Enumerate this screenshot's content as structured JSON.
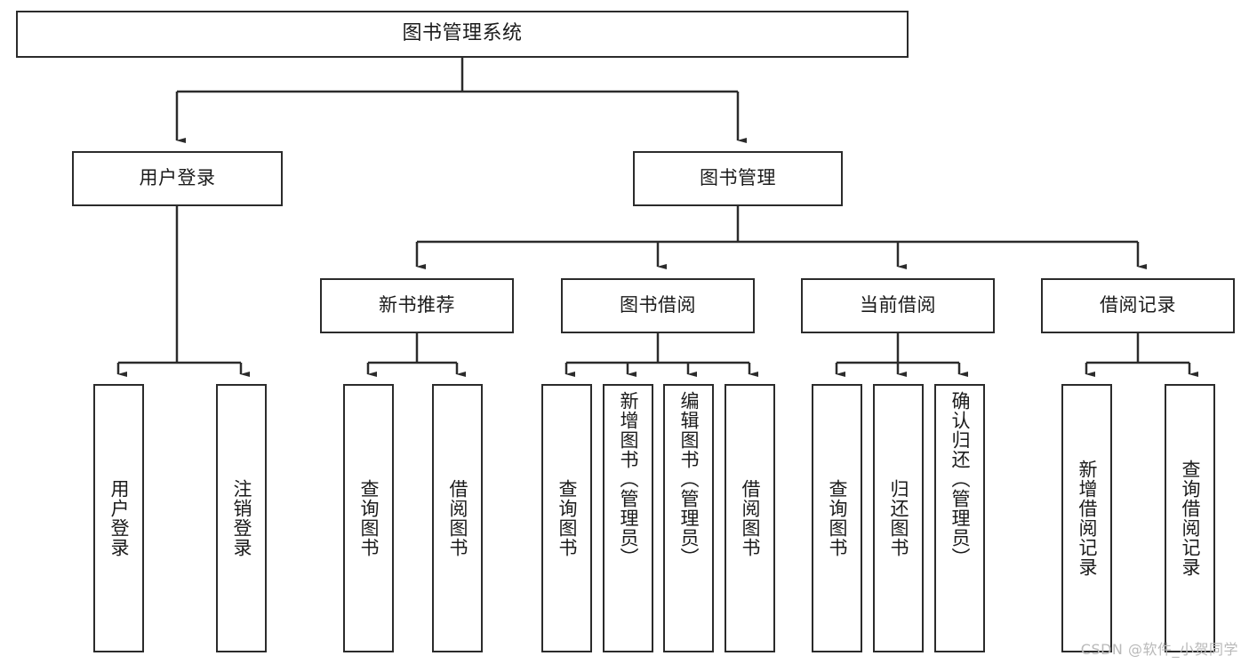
{
  "diagram": {
    "title": "图书管理系统",
    "type": "hierarchy-tree",
    "levels": 4,
    "colors": {
      "stroke": "#2b2b2b",
      "fill": "#ffffff",
      "text": "#1b1b1b",
      "watermark": "#b9b9b9"
    },
    "root": {
      "label": "图书管理系统"
    },
    "level2": [
      {
        "label": "用户登录"
      },
      {
        "label": "图书管理"
      }
    ],
    "level3": [
      {
        "label": "新书推荐"
      },
      {
        "label": "图书借阅"
      },
      {
        "label": "当前借阅"
      },
      {
        "label": "借阅记录"
      }
    ],
    "leaves": {
      "user_login": [
        {
          "label": "用户登录"
        },
        {
          "label": "注销登录"
        }
      ],
      "new_book_recommend": [
        {
          "label": "查询图书"
        },
        {
          "label": "借阅图书"
        }
      ],
      "book_borrow": [
        {
          "label": "查询图书"
        },
        {
          "label": "新增图书（管理员）"
        },
        {
          "label": "编辑图书（管理员）"
        },
        {
          "label": "借阅图书"
        }
      ],
      "current_borrow": [
        {
          "label": "查询图书"
        },
        {
          "label": "归还图书"
        },
        {
          "label": "确认归还（管理员）"
        }
      ],
      "borrow_record": [
        {
          "label": "新增借阅记录"
        },
        {
          "label": "查询借阅记录"
        }
      ]
    }
  },
  "watermark": {
    "text": "CSDN @软件_小贺同学"
  }
}
